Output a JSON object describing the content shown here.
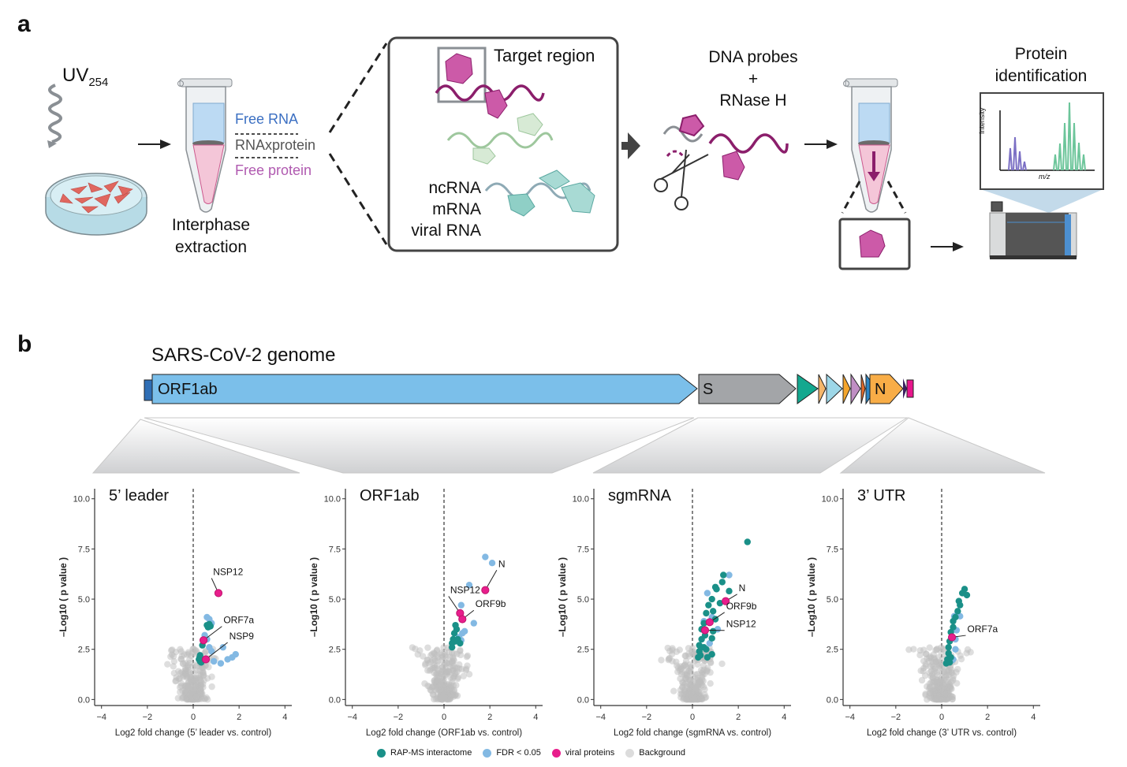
{
  "panel_a": {
    "letter": "a",
    "uv_label": "UV",
    "uv_subscript": "254",
    "tube_labels": {
      "free_rna": "Free RNA",
      "rnaxprotein": "RNAxprotein",
      "free_protein": "Free protein"
    },
    "extraction_label_line1": "Interphase",
    "extraction_label_line2": "extraction",
    "inset_title": "Target region",
    "rna_types": [
      "ncRNA",
      "mRNA",
      "viral RNA"
    ],
    "probes_line1": "DNA probes",
    "probes_line2": "+",
    "probes_line3": "RNase H",
    "protein_id_line1": "Protein",
    "protein_id_line2": "identification",
    "spectrum_ylabel": "Intensity",
    "spectrum_xlabel": "m/z",
    "colors": {
      "free_rna": "#3b6fc2",
      "rnaxprotein": "#555555",
      "free_protein": "#b05ab0",
      "protein": "#cc5aa8",
      "rna_strand": "#8b1e6b"
    }
  },
  "panel_b": {
    "letter": "b",
    "genome_title": "SARS-CoV-2 genome",
    "genes": [
      {
        "name": "ORF1ab",
        "color": "#7bbfea"
      },
      {
        "name": "S",
        "color": "#a3a5a8"
      },
      {
        "name": "N",
        "color": "#f8ad47"
      }
    ],
    "small_gene_colors": [
      "#13a88f",
      "#f5b66a",
      "#9dd7e8",
      "#f4a52c",
      "#c08ec4",
      "#e36b2b",
      "#2b86c6"
    ],
    "legend": [
      {
        "label": "RAP-MS interactome",
        "color": "#1a9088"
      },
      {
        "label": "FDR < 0.05",
        "color": "#83b9e3"
      },
      {
        "label": "viral proteins",
        "color": "#e81e8c"
      },
      {
        "label": "Background",
        "color": "#dcdcdc"
      }
    ]
  },
  "chart_data": [
    {
      "type": "scatter",
      "title": "5’ leader",
      "xlabel": "Log2 fold change (5’ leader vs. control)",
      "ylabel": "–Log10 ( p value )",
      "xlim": [
        -4.3,
        4.3
      ],
      "ylim": [
        -0.3,
        10.5
      ],
      "xticks": [
        "-4",
        "-2",
        "0",
        "2",
        "4"
      ],
      "yticks": [
        "0.0",
        "2.5",
        "5.0",
        "7.5",
        "10.0"
      ],
      "labeled": [
        {
          "name": "NSP12",
          "x": 1.1,
          "y": 5.3,
          "lx": 0.8,
          "ly": 6.2
        },
        {
          "name": "ORF7a",
          "x": 0.45,
          "y": 2.95,
          "lx": 1.25,
          "ly": 3.8
        },
        {
          "name": "NSP9",
          "x": 0.55,
          "y": 2.0,
          "lx": 1.5,
          "ly": 3.0
        }
      ],
      "interactome": [
        [
          0.6,
          3.7
        ],
        [
          0.7,
          3.75
        ],
        [
          0.65,
          3.6
        ],
        [
          0.75,
          3.65
        ],
        [
          0.4,
          2.7
        ],
        [
          0.3,
          2.2
        ],
        [
          0.25,
          2.0
        ],
        [
          0.3,
          1.9
        ],
        [
          0.35,
          1.85
        ],
        [
          0.28,
          2.1
        ]
      ],
      "fdr": [
        [
          0.6,
          4.1
        ],
        [
          0.7,
          4.0
        ],
        [
          0.8,
          3.8
        ],
        [
          0.5,
          3.2
        ],
        [
          0.6,
          3.0
        ],
        [
          0.7,
          2.6
        ],
        [
          0.8,
          2.4
        ],
        [
          1.3,
          2.6
        ],
        [
          1.5,
          2.0
        ],
        [
          1.7,
          2.1
        ],
        [
          1.85,
          2.25
        ],
        [
          1.2,
          1.8
        ],
        [
          0.9,
          1.9
        ]
      ]
    },
    {
      "type": "scatter",
      "title": "ORF1ab",
      "xlabel": "Log2 fold change (ORF1ab vs. control)",
      "ylabel": "–Log10 ( p value )",
      "xlim": [
        -4.3,
        4.3
      ],
      "ylim": [
        -0.3,
        10.5
      ],
      "xticks": [
        "-4",
        "-2",
        "0",
        "2",
        "4"
      ],
      "yticks": [
        "0.0",
        "2.5",
        "5.0",
        "7.5",
        "10.0"
      ],
      "labeled": [
        {
          "name": "N",
          "x": 1.8,
          "y": 5.45,
          "lx": 2.3,
          "ly": 6.6
        },
        {
          "name": "NSP12",
          "x": 0.7,
          "y": 4.3,
          "lx": 0.2,
          "ly": 5.3
        },
        {
          "name": "ORF9b",
          "x": 0.8,
          "y": 4.0,
          "lx": 1.3,
          "ly": 4.6
        }
      ],
      "interactome": [
        [
          0.5,
          3.7
        ],
        [
          0.55,
          3.5
        ],
        [
          0.45,
          3.3
        ],
        [
          0.4,
          3.0
        ],
        [
          0.35,
          2.8
        ],
        [
          0.35,
          2.6
        ],
        [
          0.6,
          3.0
        ],
        [
          0.7,
          2.8
        ],
        [
          0.5,
          2.9
        ]
      ],
      "fdr": [
        [
          1.8,
          7.1
        ],
        [
          2.1,
          6.8
        ],
        [
          1.1,
          5.7
        ],
        [
          0.75,
          4.7
        ],
        [
          1.3,
          3.8
        ],
        [
          0.8,
          3.3
        ],
        [
          0.9,
          3.4
        ],
        [
          0.75,
          2.95
        ],
        [
          0.65,
          3.1
        ]
      ]
    },
    {
      "type": "scatter",
      "title": "sgmRNA",
      "xlabel": "Log2 fold change (sgmRNA vs. control)",
      "ylabel": "–Log10 ( p value )",
      "xlim": [
        -4.3,
        4.3
      ],
      "ylim": [
        -0.3,
        10.5
      ],
      "xticks": [
        "-4",
        "-2",
        "0",
        "2",
        "4"
      ],
      "yticks": [
        "0.0",
        "2.5",
        "5.0",
        "7.5",
        "10.0"
      ],
      "labeled": [
        {
          "name": "N",
          "x": 1.45,
          "y": 4.9,
          "lx": 1.95,
          "ly": 5.4
        },
        {
          "name": "ORF9b",
          "x": 0.75,
          "y": 3.85,
          "lx": 1.4,
          "ly": 4.5
        },
        {
          "name": "NSP12",
          "x": 0.55,
          "y": 3.45,
          "lx": 1.4,
          "ly": 3.6
        }
      ],
      "interactome": [
        [
          2.4,
          7.85
        ],
        [
          1.35,
          6.2
        ],
        [
          1.3,
          5.85
        ],
        [
          1.0,
          5.6
        ],
        [
          1.05,
          5.5
        ],
        [
          1.6,
          5.4
        ],
        [
          0.85,
          5.0
        ],
        [
          1.2,
          4.8
        ],
        [
          0.7,
          4.7
        ],
        [
          0.9,
          4.4
        ],
        [
          0.6,
          4.3
        ],
        [
          1.0,
          4.0
        ],
        [
          0.5,
          3.8
        ],
        [
          0.4,
          3.5
        ],
        [
          0.55,
          3.2
        ],
        [
          0.4,
          3.0
        ],
        [
          0.9,
          3.4
        ],
        [
          0.85,
          3.05
        ],
        [
          0.3,
          2.7
        ],
        [
          0.5,
          2.6
        ],
        [
          0.3,
          2.4
        ],
        [
          0.6,
          2.5
        ],
        [
          0.35,
          2.2
        ],
        [
          0.85,
          2.25
        ],
        [
          0.65,
          2.1
        ],
        [
          0.25,
          2.1
        ]
      ],
      "fdr": [
        [
          1.6,
          6.2
        ],
        [
          1.05,
          5.5
        ],
        [
          0.65,
          5.3
        ],
        [
          0.85,
          4.1
        ],
        [
          1.1,
          3.5
        ],
        [
          0.75,
          2.8
        ],
        [
          0.5,
          3.9
        ]
      ]
    },
    {
      "type": "scatter",
      "title": "3’ UTR",
      "xlabel": "Log2 fold change (3’ UTR vs. control)",
      "ylabel": "–Log10 ( p value )",
      "xlim": [
        -4.3,
        4.3
      ],
      "ylim": [
        -0.3,
        10.5
      ],
      "xticks": [
        "-4",
        "-2",
        "0",
        "2",
        "4"
      ],
      "yticks": [
        "0.0",
        "2.5",
        "5.0",
        "7.5",
        "10.0"
      ],
      "labeled": [
        {
          "name": "ORF7a",
          "x": 0.45,
          "y": 3.1,
          "lx": 1.05,
          "ly": 3.35
        }
      ],
      "interactome": [
        [
          1.0,
          5.5
        ],
        [
          0.9,
          5.3
        ],
        [
          1.1,
          5.2
        ],
        [
          0.75,
          4.9
        ],
        [
          0.8,
          4.7
        ],
        [
          0.7,
          4.4
        ],
        [
          0.6,
          4.1
        ],
        [
          0.5,
          3.9
        ],
        [
          0.5,
          3.6
        ],
        [
          0.4,
          3.35
        ],
        [
          0.35,
          2.9
        ],
        [
          0.3,
          2.6
        ],
        [
          0.3,
          2.3
        ],
        [
          0.25,
          2.0
        ],
        [
          0.2,
          1.8
        ],
        [
          0.4,
          2.1
        ],
        [
          0.35,
          1.85
        ]
      ],
      "fdr": [
        [
          0.55,
          4.15
        ],
        [
          0.8,
          4.15
        ],
        [
          0.65,
          3.45
        ],
        [
          0.6,
          3.0
        ],
        [
          0.6,
          2.5
        ],
        [
          0.5,
          2.0
        ],
        [
          0.45,
          1.95
        ]
      ]
    }
  ]
}
